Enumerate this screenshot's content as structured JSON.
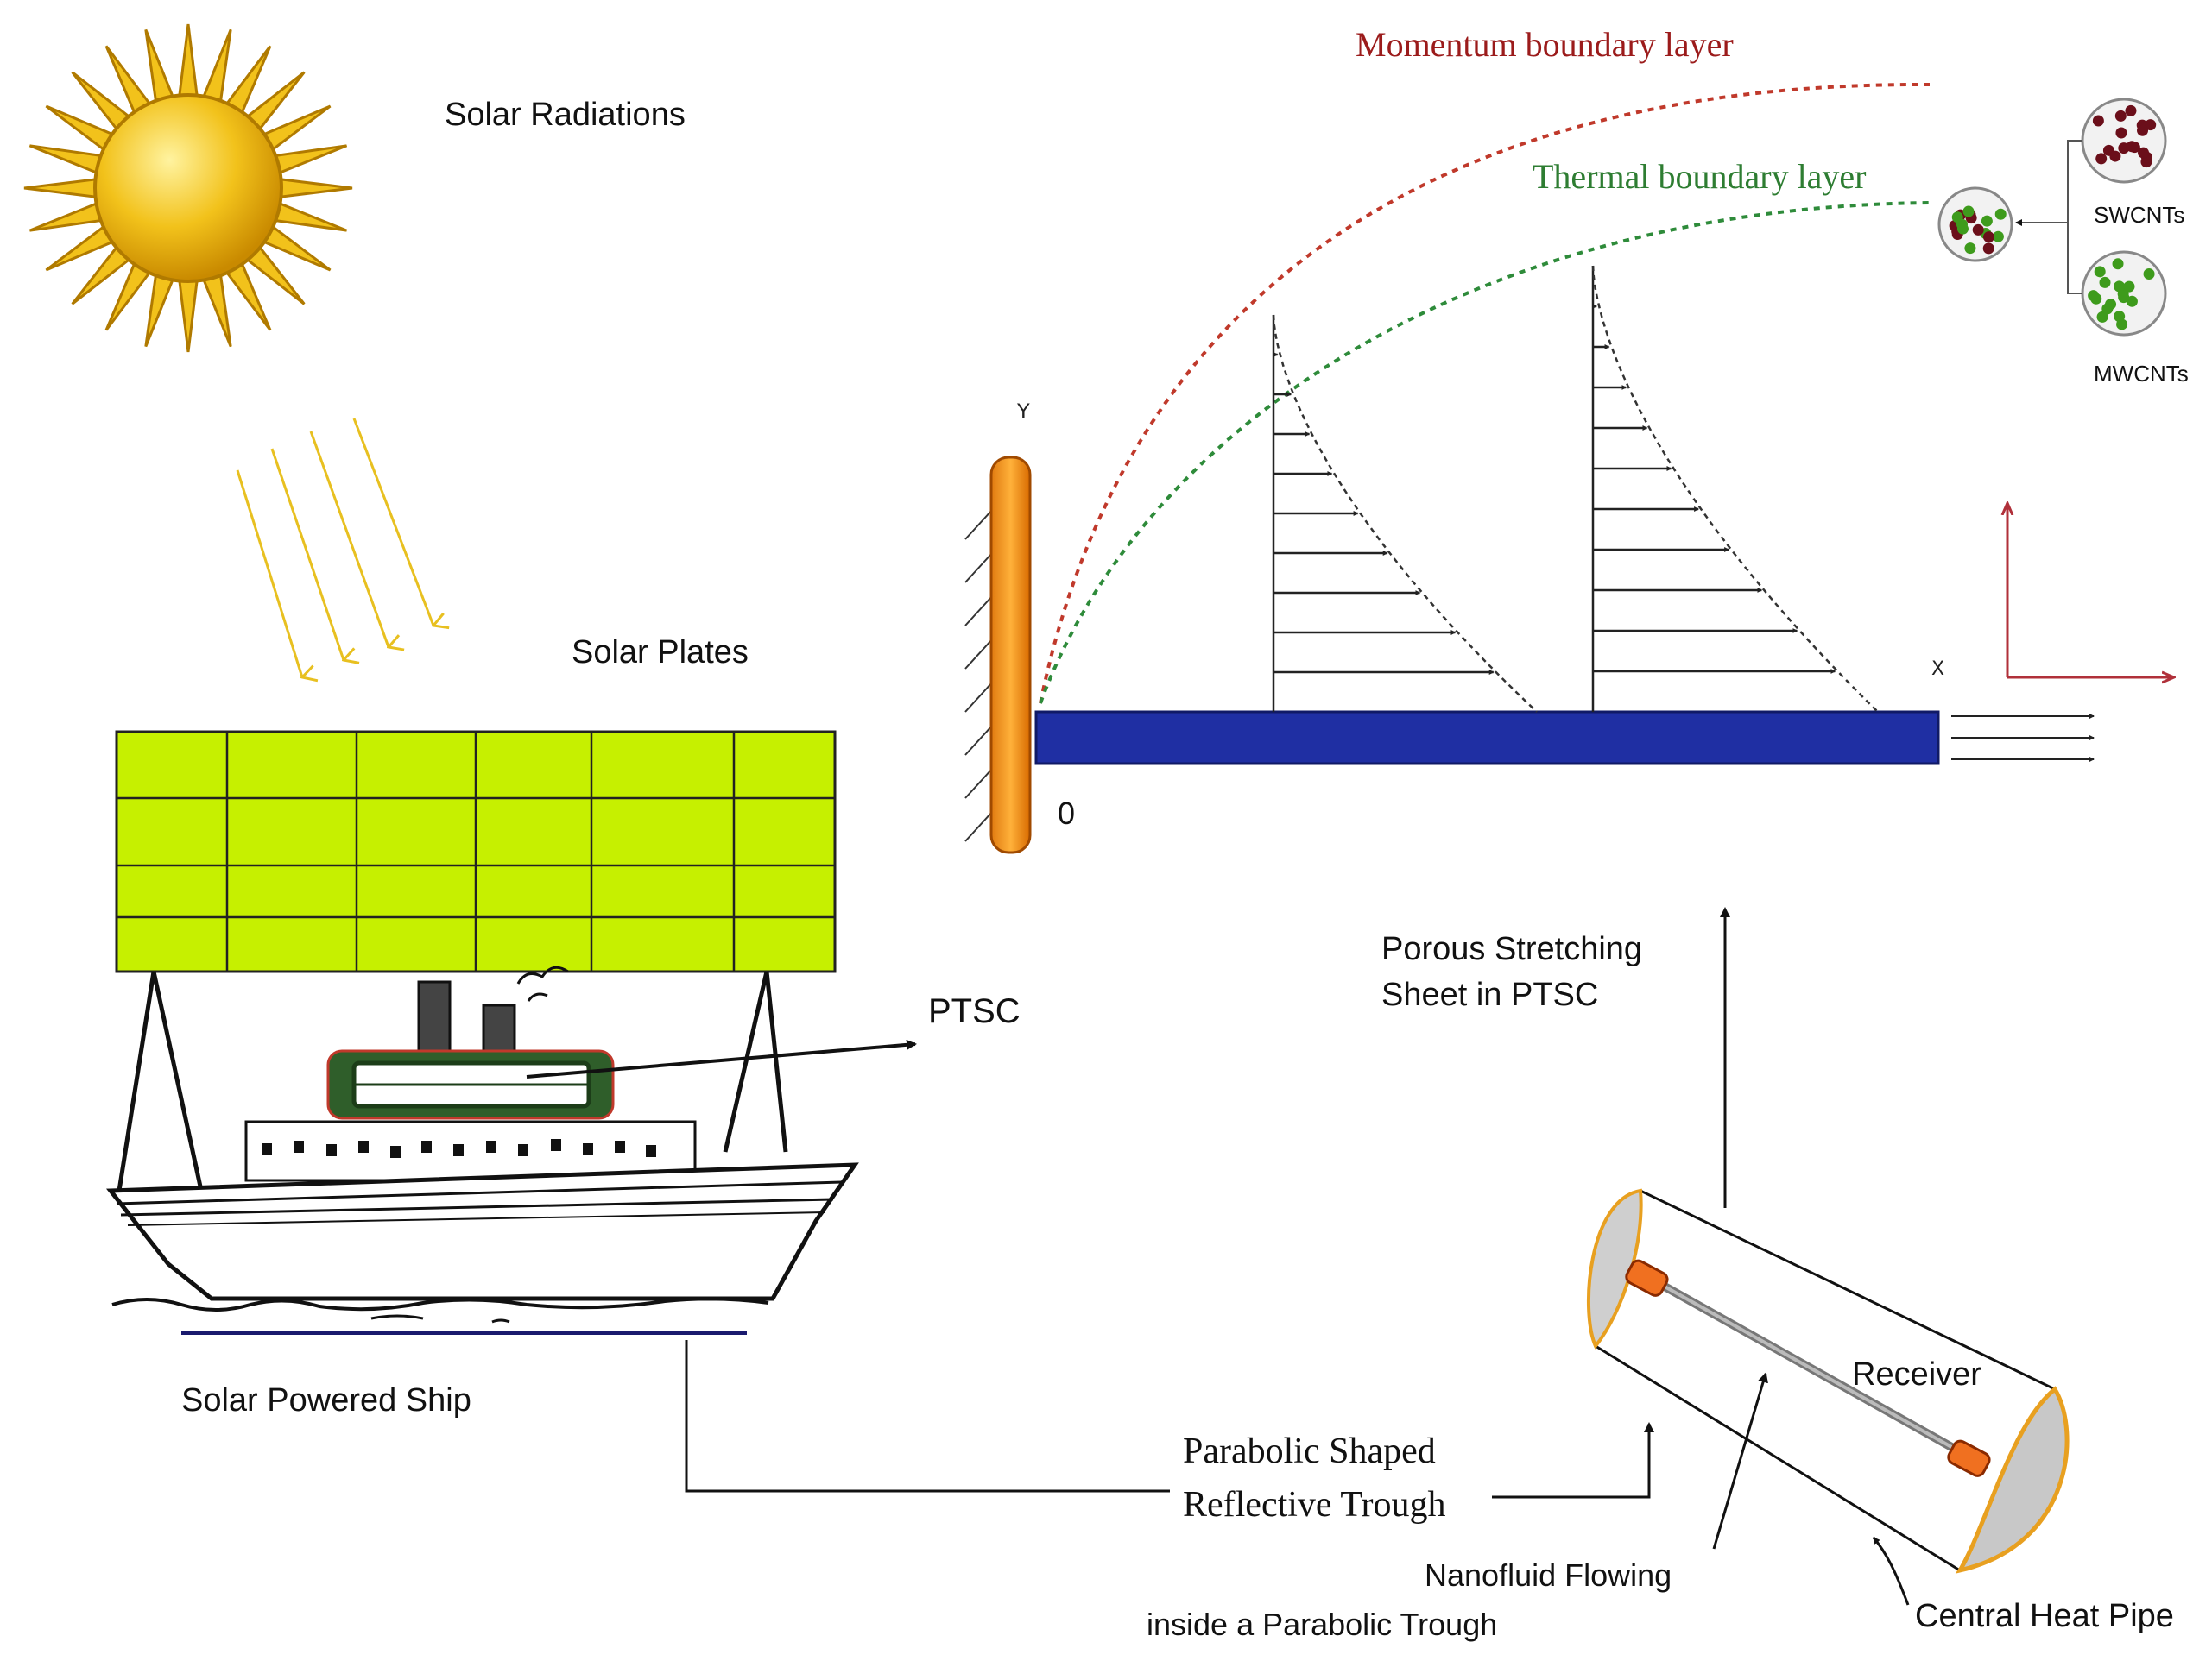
{
  "labels": {
    "solar_radiations": "Solar Radiations",
    "solar_plates": "Solar Plates",
    "ptsc": "PTSC",
    "solar_powered_ship": "Solar Powered Ship",
    "momentum_boundary_layer": "Momentum boundary layer",
    "thermal_boundary_layer": "Thermal boundary layer",
    "swcnts": "SWCNTs",
    "mwcnts": "MWCNTs",
    "axis_y": "Y",
    "axis_x": "X",
    "origin": "0",
    "porous_sheet_line1": "Porous Stretching",
    "porous_sheet_line2": "Sheet in PTSC",
    "parabolic_line1": "Parabolic Shaped",
    "parabolic_line2": "Reflective Trough",
    "receiver": "Receiver",
    "nanofluid_line1": "Nanofluid Flowing",
    "nanofluid_line2": "inside  a Parabolic Trough",
    "central_heat_pipe": "Central Heat Pipe"
  },
  "colors": {
    "momentum_curve": "#c0392b",
    "thermal_curve": "#2e8b3a",
    "momentum_text": "#9b1b1b",
    "thermal_text": "#2e7d32",
    "cnt_text": "#3a78c2",
    "sheet": "#1f2fa3",
    "wall": "#f0a030",
    "panel": "#c6f000",
    "sun": "#f2c21b",
    "rays": "#e8c020",
    "swcnt_dot": "#6b0f1a",
    "mwcnt_dot": "#3e9b1c",
    "axis_frame": "#b0303a",
    "trough_rim": "#e8a020",
    "trough_end": "#c8c8c8"
  }
}
